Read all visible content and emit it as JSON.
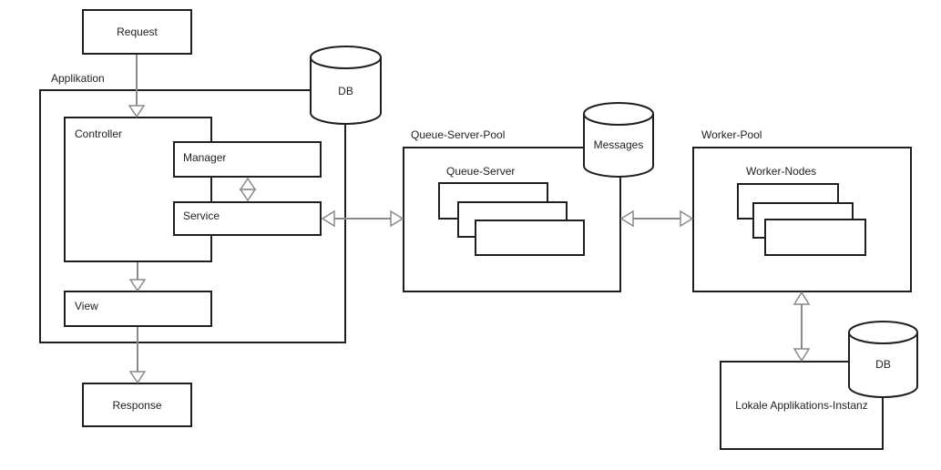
{
  "colors": {
    "background": "#ffffff",
    "box_border": "#1f1f1f",
    "connector": "#8a8a8a"
  },
  "nodes": {
    "request": {
      "label": "Request"
    },
    "applikation": {
      "label": "Applikation"
    },
    "controller": {
      "label": "Controller"
    },
    "manager": {
      "label": "Manager"
    },
    "service": {
      "label": "Service"
    },
    "view": {
      "label": "View"
    },
    "response": {
      "label": "Response"
    },
    "db_applikation": {
      "label": "DB"
    },
    "queue_server_pool": {
      "label": "Queue-Server-Pool"
    },
    "queue_server": {
      "label": "Queue-Server"
    },
    "messages": {
      "label": "Messages"
    },
    "worker_pool": {
      "label": "Worker-Pool"
    },
    "worker_nodes": {
      "label": "Worker-Nodes"
    },
    "lokale_applikations_instanz": {
      "label": "Lokale Applikations-Instanz"
    },
    "db_lokal": {
      "label": "DB"
    }
  },
  "edges": [
    {
      "from": "Request",
      "to": "Controller",
      "style": "arrow"
    },
    {
      "from": "Controller",
      "to": "View",
      "style": "arrow"
    },
    {
      "from": "View",
      "to": "Response",
      "style": "arrow"
    },
    {
      "from": "Manager",
      "to": "Service",
      "style": "double-arrow"
    },
    {
      "from": "Service",
      "to": "Queue-Server-Pool",
      "style": "double-arrow"
    },
    {
      "from": "Queue-Server-Pool",
      "to": "Worker-Pool",
      "style": "double-arrow"
    },
    {
      "from": "Worker-Pool",
      "to": "Lokale Applikations-Instanz",
      "style": "double-arrow"
    }
  ]
}
